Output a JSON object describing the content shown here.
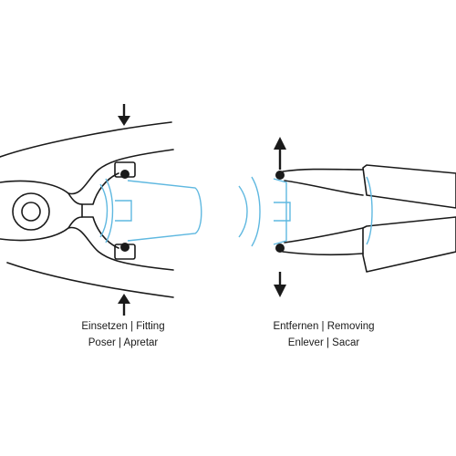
{
  "labels": {
    "fitting_line1": "Einsetzen | Fitting",
    "fitting_line2": "Poser | Apretar",
    "removing_line1": "Entfernen | Removing",
    "removing_line2": "Enlever | Sacar"
  },
  "colors": {
    "line": "#1a1a1a",
    "accent": "#5fb8e0",
    "arrow": "#1a1a1a"
  },
  "icons": {
    "press_arrow": "arrow-icon",
    "spread_arrow": "arrow-icon"
  }
}
